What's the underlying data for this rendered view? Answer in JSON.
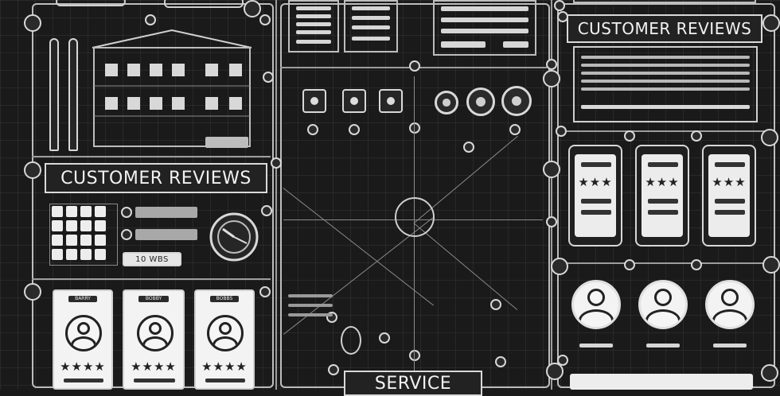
{
  "left_panel": {
    "header_text": "CUSTOMER REVIEWS",
    "small_button": "10 WBS",
    "cards": [
      {
        "tag": "BARRY",
        "stars": "★★★★"
      },
      {
        "tag": "BOBBY",
        "stars": "★★★★"
      },
      {
        "tag": "BOBBS",
        "stars": "★★★★"
      }
    ]
  },
  "center_panel": {
    "footer_text": "SERVICE"
  },
  "right_panel": {
    "header_text": "CUSTOMER REVIEWS",
    "phones": [
      {
        "stars": "★★★"
      },
      {
        "stars": "★★★"
      },
      {
        "stars": "★★★"
      }
    ]
  },
  "colors": {
    "background": "#1a1a1a",
    "line": "#bdbdbd",
    "card": "#f3f3f3"
  }
}
